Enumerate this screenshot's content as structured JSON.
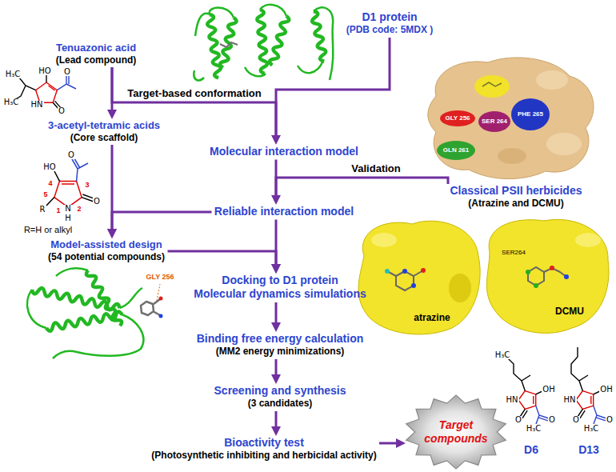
{
  "diagram": {
    "nodes": [
      {
        "text": [
          "Tenuazonic acid",
          "(Lead compound)"
        ]
      },
      {
        "text": [
          "D1 protein",
          "(PDB code: 5MDX )"
        ]
      },
      {
        "text": [
          "3-acetyl-tetramic acids",
          "(Core scaffold)"
        ]
      },
      {
        "text": [
          "Molecular interaction model"
        ]
      },
      {
        "text": [
          "Classical PSII herbicides",
          "(Atrazine and DCMU)"
        ]
      },
      {
        "text": [
          "Reliable interaction model"
        ]
      },
      {
        "text": [
          "Model-assisted design",
          "(54 potential compounds)"
        ]
      },
      {
        "text": [
          "Docking to D1 protein",
          "Molecular dynamics simulations"
        ]
      },
      {
        "text": [
          "Binding free energy calculation",
          "(MM2 energy minimizations)"
        ]
      },
      {
        "text": [
          "Screening and synthesis",
          "(3 candidates)"
        ]
      },
      {
        "text": [
          "Bioactivity test",
          "(Photosynthetic inhibiting and herbicidal activity)"
        ]
      },
      {
        "text": [
          "Target compounds"
        ]
      }
    ],
    "edges": [
      {
        "from": 0,
        "to": 2,
        "arrow": "to"
      },
      {
        "from": 0,
        "to": 3,
        "label": "Target-based conformation",
        "arrow": "to"
      },
      {
        "from": 1,
        "to": 3,
        "arrow": "to"
      },
      {
        "from": 3,
        "to": 5,
        "arrow": "to"
      },
      {
        "from": 4,
        "to": 5,
        "label": "Validation",
        "arrow": "to"
      },
      {
        "from": 5,
        "to": 6,
        "arrow": "to"
      },
      {
        "from": 2,
        "to": 6,
        "arrow": "to"
      },
      {
        "from": 6,
        "to": 7,
        "arrow": "to"
      },
      {
        "from": 5,
        "to": 7,
        "arrow": "to"
      },
      {
        "from": 7,
        "to": 8,
        "arrow": "to"
      },
      {
        "from": 8,
        "to": 9,
        "arrow": "to"
      },
      {
        "from": 9,
        "to": 10,
        "arrow": "to"
      },
      {
        "from": 10,
        "to": 11,
        "arrow": "to"
      }
    ],
    "labels": [
      "HO",
      "O",
      "H₃C",
      "H₃C",
      "HN",
      "O",
      "O",
      "HO",
      "4",
      "3",
      "5",
      "O",
      "R",
      "N",
      "2",
      "1",
      "H",
      "R=H or alkyl",
      "GLY 256",
      "SER 264",
      "PHE 265",
      "GLN 261",
      "SER264",
      "atrazine",
      "DCMU",
      "GLY 256",
      "H₃C",
      "OH",
      "OH",
      "HN",
      "HN",
      "O",
      "O",
      "O",
      "O",
      "H₃C",
      "H₃C",
      "D6",
      "D13"
    ]
  }
}
